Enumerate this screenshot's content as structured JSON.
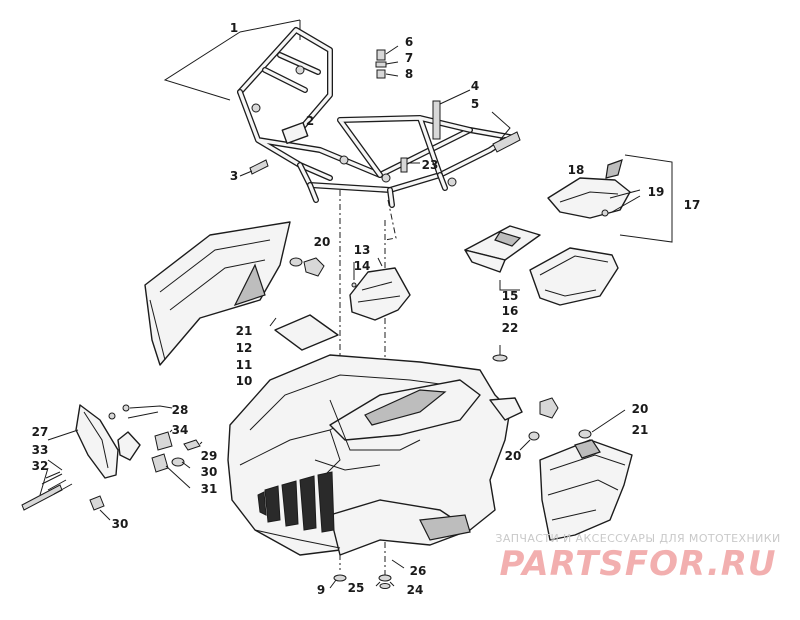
{
  "callouts": {
    "c1": "1",
    "c2": "2",
    "c3": "3",
    "c4": "4",
    "c5": "5",
    "c6": "6",
    "c7": "7",
    "c8": "8",
    "c9": "9",
    "c10": "10",
    "c11": "11",
    "c12": "12",
    "c13": "13",
    "c14": "14",
    "c15": "15",
    "c16": "16",
    "c17": "17",
    "c18": "18",
    "c19": "19",
    "c20a": "20",
    "c20b": "20",
    "c20c": "20",
    "c21a": "21",
    "c21b": "21",
    "c22": "22",
    "c23": "23",
    "c24": "24",
    "c25": "25",
    "c26": "26",
    "c27": "27",
    "c28": "28",
    "c29": "29",
    "c30a": "30",
    "c30b": "30",
    "c31": "31",
    "c32": "32",
    "c33": "33",
    "c34": "34"
  },
  "watermark": {
    "caption": "ЗАПЧАСТИ И АКСЕССУАРЫ ДЛЯ МОТОТЕХНИКИ",
    "brand": "PARTSFOR.RU",
    "color": "#e35050"
  }
}
